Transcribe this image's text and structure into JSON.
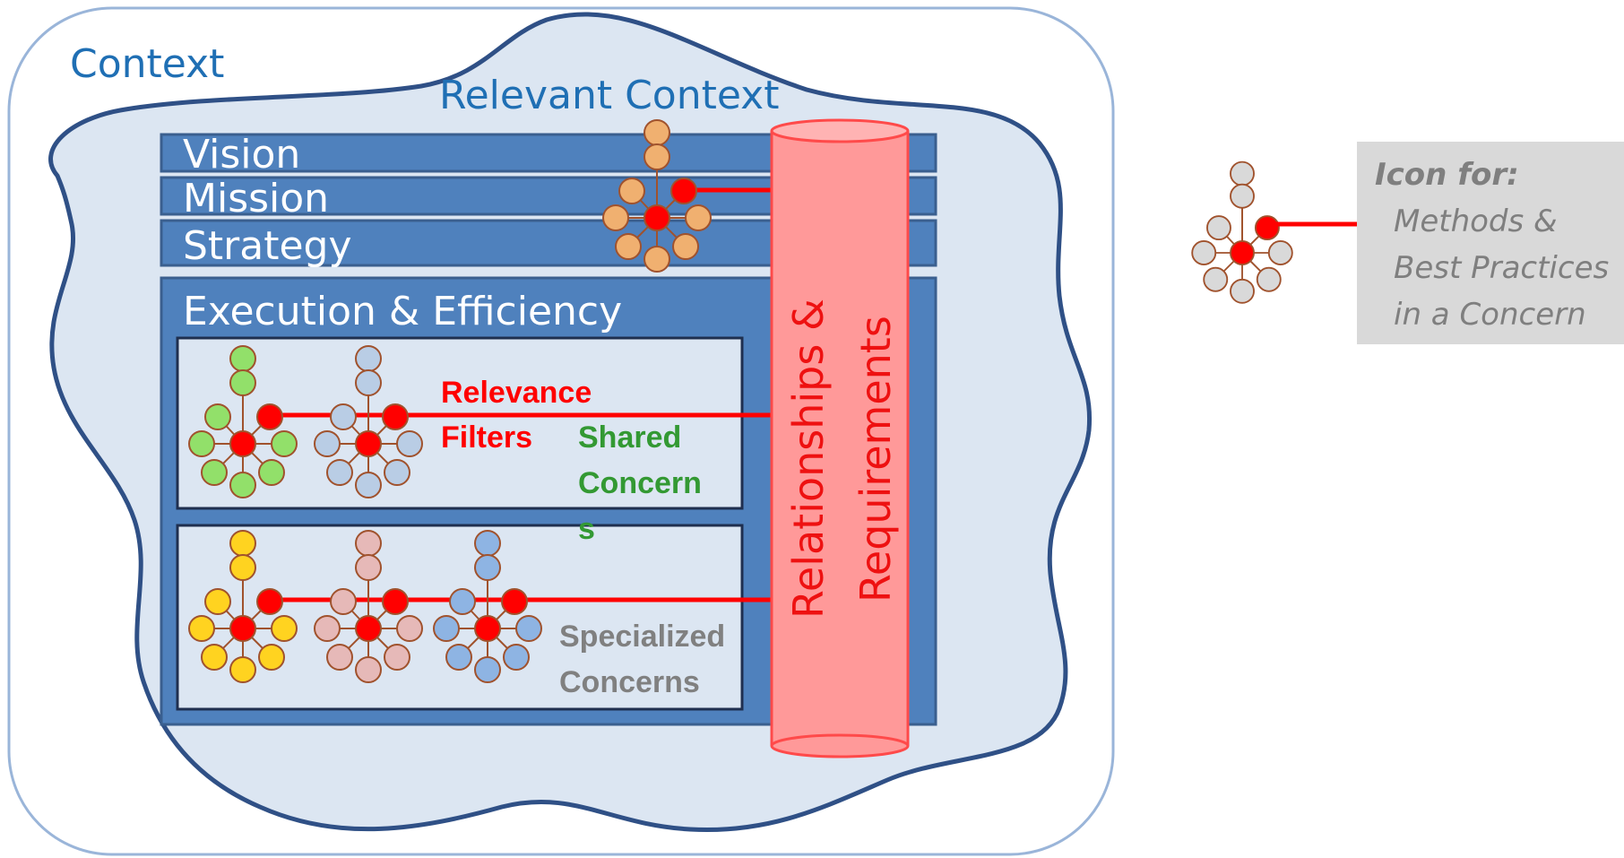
{
  "diagram": {
    "context_label": "Context",
    "relevant_context_label": "Relevant Context",
    "layers": {
      "vision": "Vision",
      "mission": "Mission",
      "strategy": "Strategy",
      "execution": "Execution & Efficiency"
    },
    "cylinder": {
      "line1": "Relationships &",
      "line2": "Requirements"
    },
    "relevance_filters": [
      "Relevance",
      "Filters"
    ],
    "shared_concerns": [
      "Shared",
      "Concern",
      "s"
    ],
    "specialized_concerns": [
      "Specialized",
      "Concerns"
    ]
  },
  "legend": {
    "title": "Icon for:",
    "lines": [
      "Methods &",
      "Best Practices",
      "in a Concern"
    ]
  },
  "colors": {
    "context_border": "#9ab5d9",
    "relevant_fill": "#dce6f2",
    "relevant_border": "#2f5086",
    "band_fill": "#4f81bd",
    "band_border": "#3a5f8f",
    "cylinder_fill": "#ff9999",
    "cylinder_border": "#ff4a4a",
    "connector": "#ff0000",
    "relevance_text": "#ff0000",
    "shared_text": "#339933",
    "specialized_text": "#808080",
    "legend_box": "#d9d9d9",
    "legend_text": "#7f7f7f",
    "title_text": "#1f6fb4",
    "node_outline": "#a0522d"
  },
  "icons": {
    "mission_icon": "orange",
    "shared_concern_1": "green",
    "shared_concern_2": "light-blue",
    "specialized_concern_1": "yellow",
    "specialized_concern_2": "pink",
    "specialized_concern_3": "blue",
    "legend_icon": "gray"
  },
  "palettes": {
    "orange": "#f0b070",
    "green": "#92e06a",
    "light-blue": "#b9cde5",
    "yellow": "#ffd320",
    "pink": "#e6b9b8",
    "blue": "#8eb4e3",
    "gray": "#d9d9d9"
  }
}
